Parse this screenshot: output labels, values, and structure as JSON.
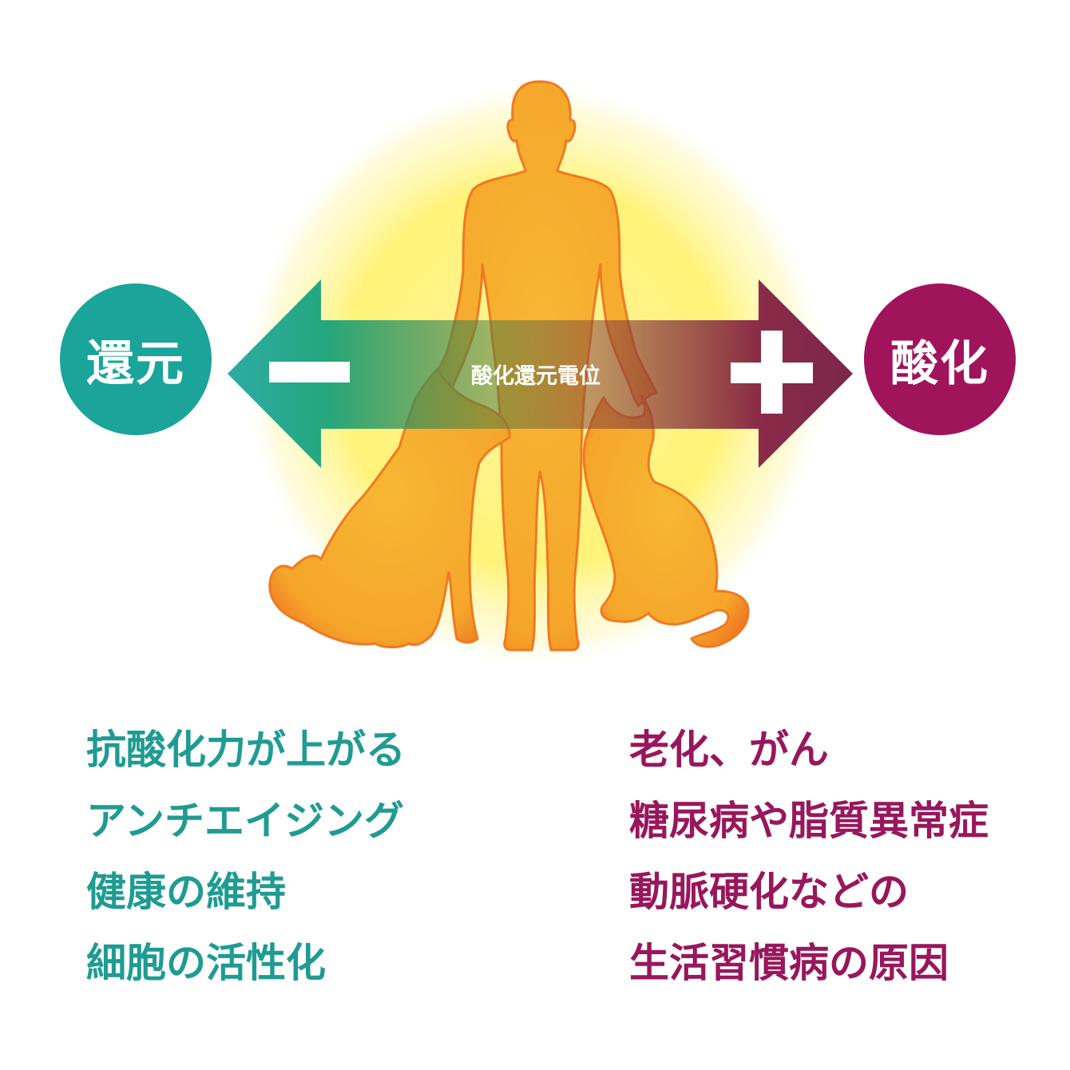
{
  "left_label": "還元",
  "right_label": "酸化",
  "minus_sign": "ー",
  "plus_sign": "+",
  "center_label": "酸化還元電位",
  "left_items": [
    "抗酸化力が上がる",
    "アンチエイジング",
    "健康の維持",
    "細胞の活性化"
  ],
  "right_items": [
    "老化、がん",
    "糖尿病や脂質異常症",
    "動脈硬化などの",
    "生活習慣病の原因"
  ],
  "colors": {
    "teal": "#1aa49a",
    "magenta": "#a0145c",
    "silhouette": "#f6b22e",
    "glow": "#fff06a"
  },
  "icons": [
    "human-silhouette-icon",
    "dog-silhouette-icon",
    "cat-silhouette-icon"
  ]
}
